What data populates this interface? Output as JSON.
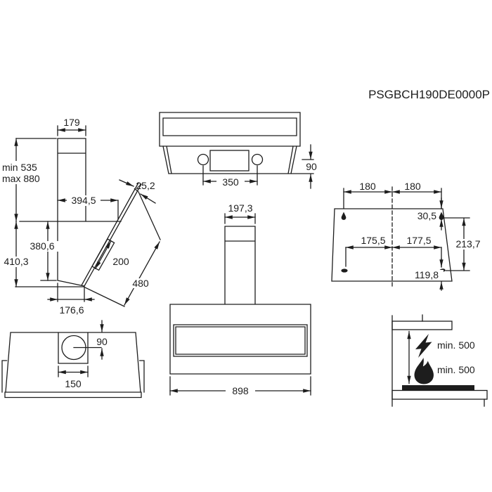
{
  "header": {
    "model_code": "PSGBCH190DE0000P"
  },
  "side_view": {
    "chimney_width": "179",
    "height_min": "min 535",
    "height_max": "max 880",
    "top_depth": "394,5",
    "panel_thickness": "25,2",
    "back_height": "380,6",
    "total_height": "410,3",
    "panel_section_length": "200",
    "panel_length": "480",
    "bottom_depth": "176,6"
  },
  "top_view": {
    "bracket_spacing": "350",
    "bracket_offset": "90"
  },
  "front_view": {
    "chimney_width": "197,3",
    "body_width": "898"
  },
  "wall_template": {
    "top_hole_left_offset": "180",
    "top_hole_right_offset": "180",
    "top_hole_drop": "30,5",
    "lower_hole_left_offset": "175,5",
    "lower_hole_right_offset": "177,5",
    "hole_vertical_span": "213,7",
    "lower_hole_rise": "119,8"
  },
  "duct_view": {
    "duct_center_offset": "90",
    "duct_opening_width": "150"
  },
  "clearance_view": {
    "electric_hob_clearance": "min. 500",
    "gas_hob_clearance": "min. 500"
  }
}
